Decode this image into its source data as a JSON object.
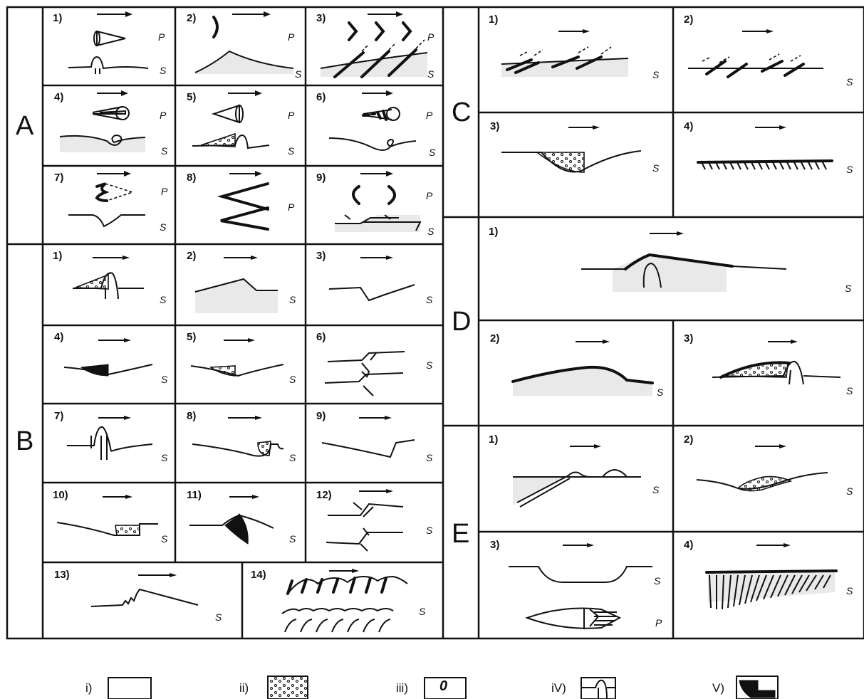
{
  "groups": {
    "A": "A",
    "B": "B",
    "C": "C",
    "D": "D",
    "E": "E"
  },
  "tags": {
    "p": "P",
    "s": "S",
    "n1": "1)",
    "n2": "2)",
    "n3": "3)",
    "n4": "4)",
    "n5": "5)",
    "n6": "6)",
    "n7": "7)",
    "n8": "8)",
    "n9": "9)",
    "n10": "10)",
    "n11": "11)",
    "n12": "12)",
    "n13": "13)",
    "n14": "14)"
  },
  "legend": {
    "i": "i)",
    "ii": "ii)",
    "iii": "iii)",
    "iv": "iV)",
    "v": "V)",
    "box_iii": "0"
  }
}
